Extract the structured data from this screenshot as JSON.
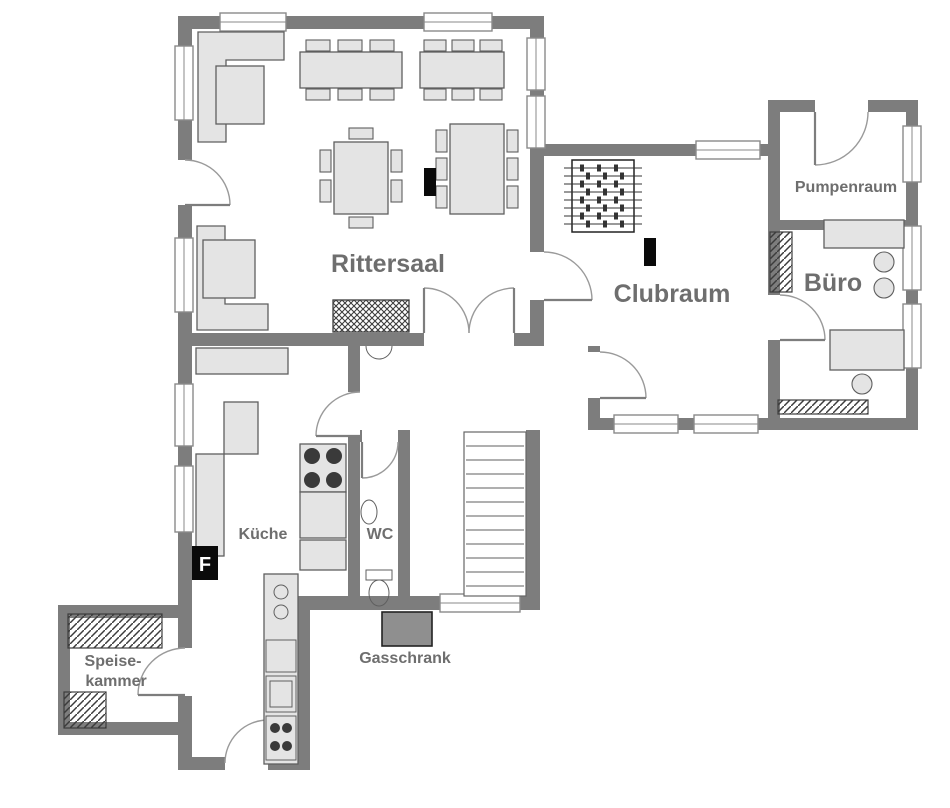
{
  "colors": {
    "background": "#ffffff",
    "wall": "#7d7d7d",
    "window_stroke": "#8a8a8a",
    "door_arc": "#9a9a9a",
    "furniture_fill": "#e4e4e4",
    "furniture_stroke": "#5f5f5f",
    "label": "#6e6e6e",
    "dark": "#0a0a0a",
    "hatch": "#3c3c3c",
    "gas_cabinet": "#8f8f8f"
  },
  "rooms": {
    "rittersaal": {
      "label": "Rittersaal"
    },
    "clubraum": {
      "label": "Clubraum"
    },
    "pumpenraum": {
      "label": "Pumpenraum"
    },
    "buero": {
      "label": "Büro"
    },
    "kueche": {
      "label": "Küche"
    },
    "wc": {
      "label": "WC"
    },
    "speisekammer": {
      "label_line1": "Speise-",
      "label_line2": "kammer"
    },
    "gasschrank": {
      "label": "Gasschrank"
    }
  },
  "markers": {
    "fire_extinguisher": "F"
  }
}
